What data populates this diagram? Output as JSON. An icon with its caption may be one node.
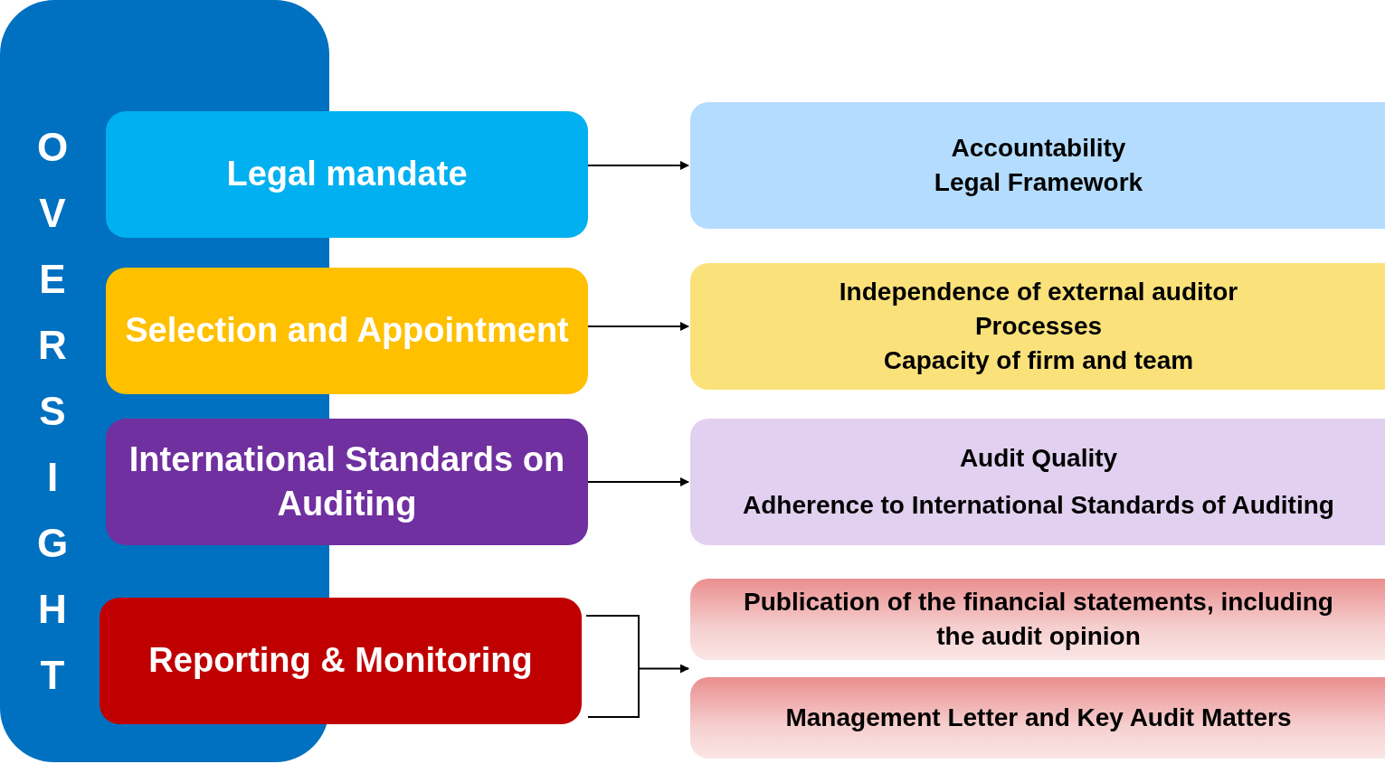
{
  "diagram": {
    "nodes": [
      {
        "text": [
          "OVERSIGHT"
        ]
      },
      {
        "text": [
          "Legal mandate"
        ]
      },
      {
        "text": [
          "Accountability",
          "Legal Framework"
        ]
      },
      {
        "text": [
          "Selection and Appointment"
        ]
      },
      {
        "text": [
          "Independence of external auditor",
          "Processes",
          "Capacity of firm and team"
        ]
      },
      {
        "text": [
          "International Standards on Auditing"
        ]
      },
      {
        "text": [
          "Audit Quality",
          "Adherence to International Standards of Auditing"
        ]
      },
      {
        "text": [
          "Reporting & Monitoring"
        ]
      },
      {
        "text": [
          "Publication of the financial statements, including the audit opinion"
        ]
      },
      {
        "text": [
          "Management Letter and Key Audit Matters"
        ]
      }
    ],
    "edges": [
      {
        "from": 1,
        "to": 2,
        "arrow": "to"
      },
      {
        "from": 3,
        "to": 4,
        "arrow": "to"
      },
      {
        "from": 5,
        "to": 6,
        "arrow": "to"
      },
      {
        "from": 7,
        "to": 8,
        "arrow": "to"
      },
      {
        "from": 7,
        "to": 9,
        "arrow": "to"
      }
    ]
  }
}
